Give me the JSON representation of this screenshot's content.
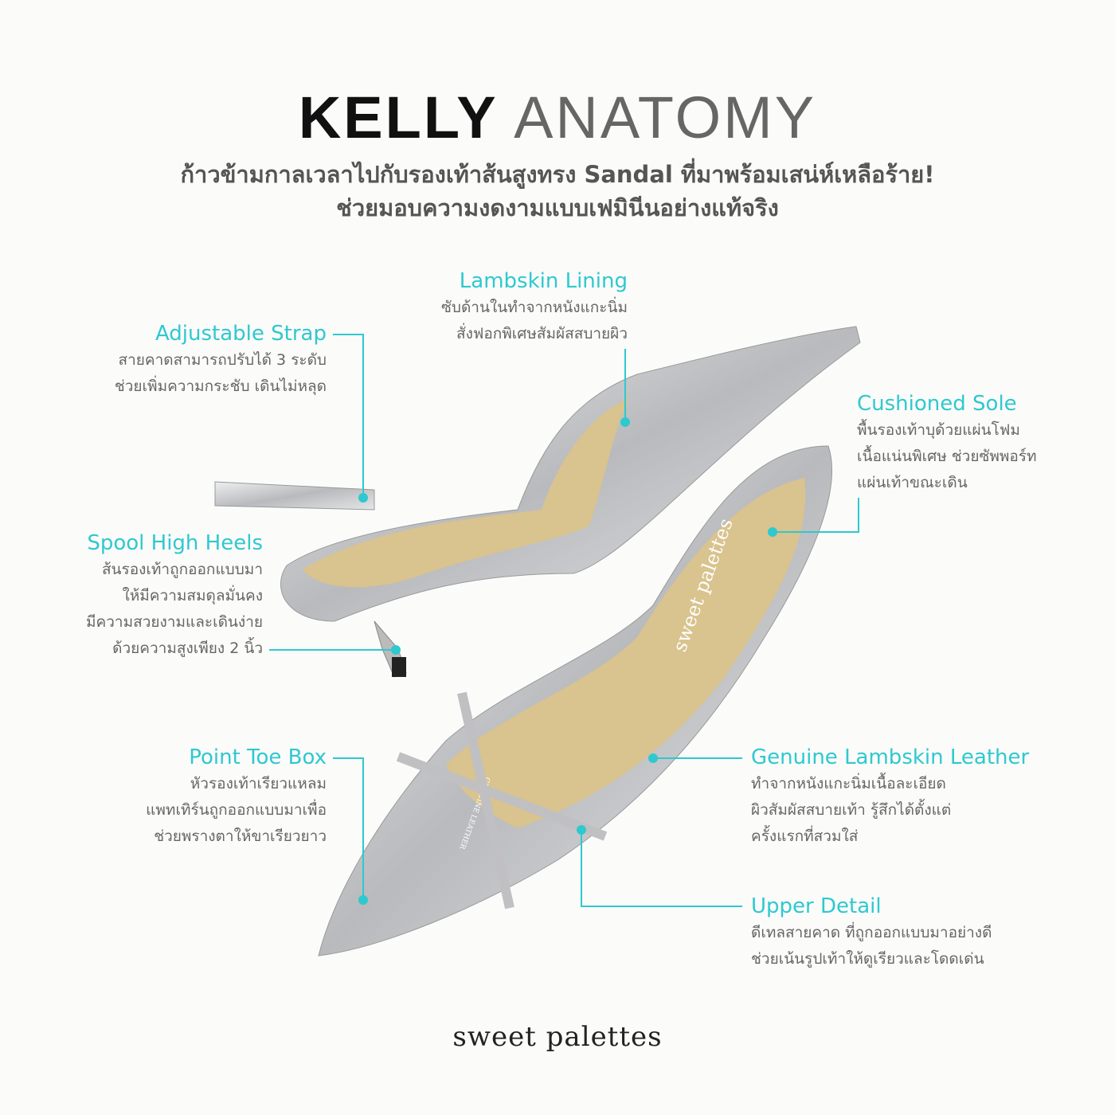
{
  "header": {
    "title_bold": "KELLY",
    "title_light": "ANATOMY",
    "subtitle_line1": "ก้าวข้ามกาลเวลาไปกับรองเท้าส้นสูงทรง Sandal ที่มาพร้อมเสน่ห์เหลือร้าย!",
    "subtitle_line2": "ช่วยมอบความงดงามแบบเฟมินีนอย่างแท้จริง"
  },
  "callouts": {
    "lambskin_lining": {
      "title": "Lambskin Lining",
      "lines": [
        "ซับด้านในทำจากหนังแกะนิ่ม",
        "สั่งฟอกพิเศษสัมผัสสบายผิว"
      ]
    },
    "adjustable_strap": {
      "title": "Adjustable Strap",
      "lines": [
        "สายคาดสามารถปรับได้ 3 ระดับ",
        "ช่วยเพิ่มความกระชับ เดินไม่หลุด"
      ]
    },
    "cushioned_sole": {
      "title": "Cushioned Sole",
      "lines": [
        "พื้นรองเท้าบุด้วยแผ่นโฟม",
        "เนื้อแน่นพิเศษ ช่วยซัพพอร์ท",
        "แผ่นเท้าขณะเดิน"
      ]
    },
    "spool_heels": {
      "title": "Spool High Heels",
      "lines": [
        "ส้นรองเท้าถูกออกแบบมา",
        "ให้มีความสมดุลมั่นคง",
        "มีความสวยงามและเดินง่าย",
        "ด้วยความสูงเพียง 2 นิ้ว"
      ]
    },
    "point_toe": {
      "title": "Point Toe Box",
      "lines": [
        "หัวรองเท้าเรียวแหลม",
        "แพทเทิร์นถูกออกแบบมาเพื่อ",
        "ช่วยพรางตาให้ขาเรียวยาว"
      ]
    },
    "genuine_leather": {
      "title": "Genuine Lambskin Leather",
      "lines": [
        "ทำจากหนังแกะนิ่มเนื้อละเอียด",
        "ผิวสัมผัสสบายเท้า รู้สึกได้ตั้งแต่",
        "ครั้งแรกที่สวมใส่"
      ]
    },
    "upper_detail": {
      "title": "Upper Detail",
      "lines": [
        "ดีเทลสายคาด ที่ถูกออกแบบมาอย่างดี",
        "ช่วยเน้นรูปเท้าให้ดูเรียวและโดดเด่น"
      ]
    }
  },
  "insole_print": "sweet palettes",
  "insole_label": "GENUINE LEATHER",
  "brand": "sweet palettes",
  "colors": {
    "accent": "#2ec9cf",
    "silver": "#c9cacc",
    "insole": "#d9c38e"
  }
}
